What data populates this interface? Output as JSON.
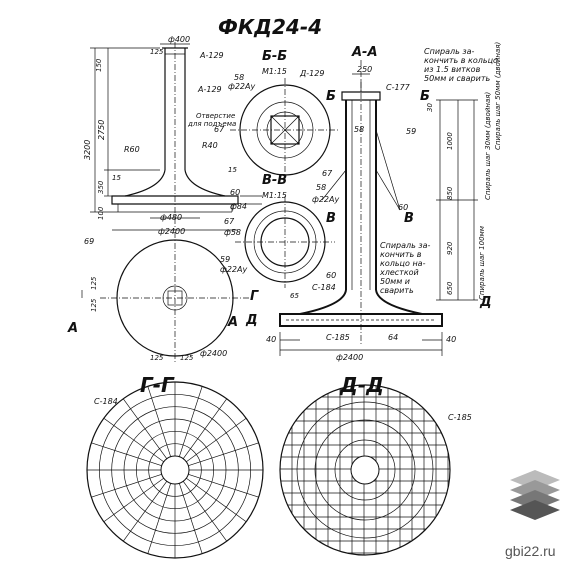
{
  "title": "ФКД24-4",
  "sections": {
    "bb": "Б-Б",
    "bb_scale": "М1:15",
    "aa": "А-А",
    "vv": "В-В",
    "vv_scale": "М1:15",
    "gg": "Г-Г",
    "dd": "Д-Д"
  },
  "dims": {
    "d400": "ф400",
    "d125_top": "125",
    "d150": "150",
    "d2750": "2750",
    "d3200": "3200",
    "r60a": "R60",
    "r40": "R40",
    "d15": "15",
    "d350": "350",
    "d100": "100",
    "d60": "60",
    "d84": "ф84",
    "d480": "ф480",
    "d2400_side": "ф2400",
    "d67": "67",
    "d58": "58",
    "d58b": "ф58",
    "d69": "69",
    "d250": "250",
    "d30": "30",
    "d1000": "1000",
    "d850": "850",
    "d920": "920",
    "d650": "650",
    "d40a": "40",
    "d40b": "40",
    "d64": "64",
    "d2400_aa": "ф2400",
    "d65": "65",
    "d125_l1": "125",
    "d125_l2": "125",
    "d125_b1": "125",
    "d125_b2": "125",
    "d2400_plan": "ф2400",
    "d59": "59",
    "d22b": "ф22Ау",
    "d22_bb": "ф22Ау",
    "d22_vv": "ф22Ау",
    "d129a": "А-129",
    "d129b": "А-129",
    "d129c": "Д-129",
    "d67b": "67",
    "d58c": "58",
    "d59b": "59",
    "d60b": "60",
    "d60c": "60",
    "c177": "С-177",
    "c184a": "С-184",
    "c185a": "С-185",
    "c184b": "С-184",
    "c185b": "С-185",
    "otv": "Отверстие",
    "otv2": "для подъема"
  },
  "labels": {
    "a_left": "А",
    "a_right": "А",
    "b_left": "Б",
    "b_right": "Б",
    "v_left": "В",
    "v_right": "В",
    "g": "Г",
    "d_left": "Д",
    "d_right": "Д"
  },
  "notes": {
    "top_right": [
      "Спираль за-",
      "кончить в кольцо",
      "из 1.5 витков",
      "50мм и сварить"
    ],
    "right_vert1": "Спираль шаг 30мм (двойная)",
    "right_vert2": "Спираль шаг 50мм (двойная)",
    "right_vert3": "Спираль шаг 100мм",
    "mid_right": [
      "Спираль за-",
      "кончить в",
      "кольцо на-",
      "хлесткой",
      "50мм и",
      "сварить"
    ]
  },
  "watermark": "gbi22.ru"
}
